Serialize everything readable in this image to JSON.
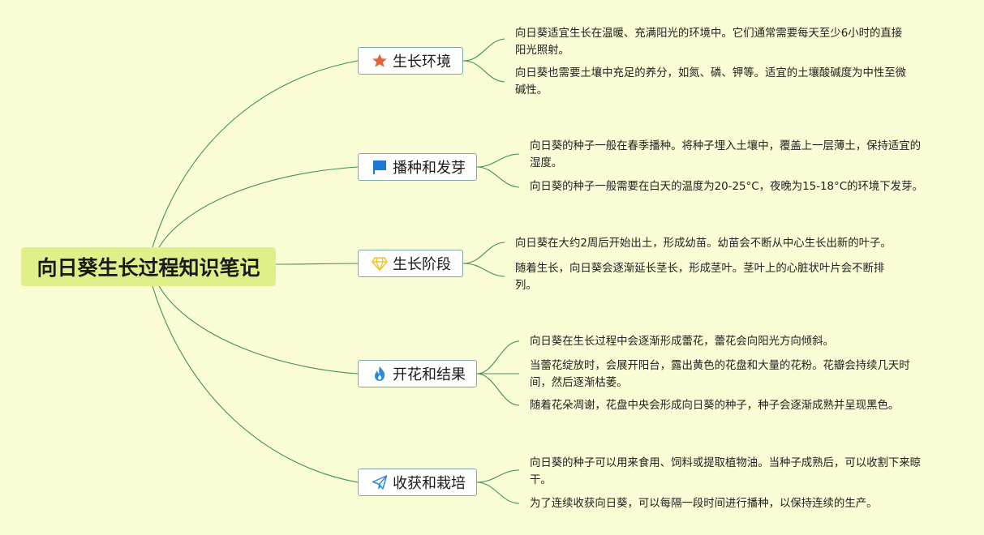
{
  "root": {
    "title": "向日葵生长过程知识笔记"
  },
  "branches": [
    {
      "label": "生长环境",
      "icon": "star-icon",
      "notes": [
        "向日葵适宜生长在温暖、充满阳光的环境中。它们通常需要每天至少6小时的直接阳光照射。",
        "向日葵也需要土壤中充足的养分，如氮、磷、钾等。适宜的土壤酸碱度为中性至微碱性。"
      ]
    },
    {
      "label": "播种和发芽",
      "icon": "flag-icon",
      "notes": [
        "向日葵的种子一般在春季播种。将种子埋入土壤中，覆盖上一层薄土，保持适宜的湿度。",
        "向日葵的种子一般需要在白天的温度为20-25°C，夜晚为15-18°C的环境下发芽。"
      ]
    },
    {
      "label": "生长阶段",
      "icon": "diamond-icon",
      "notes": [
        "向日葵在大约2周后开始出土，形成幼苗。幼苗会不断从中心生长出新的叶子。",
        "随着生长，向日葵会逐渐延长茎长，形成茎叶。茎叶上的心脏状叶片会不断排列。"
      ]
    },
    {
      "label": "开花和结果",
      "icon": "flame-icon",
      "notes": [
        "向日葵在生长过程中会逐渐形成蕾花，蕾花会向阳光方向倾斜。",
        "当蕾花绽放时，会展开阳台，露出黄色的花盘和大量的花粉。花瓣会持续几天时间，然后逐渐枯萎。",
        "随着花朵凋谢，花盘中央会形成向日葵的种子，种子会逐渐成熟并呈现黑色。"
      ]
    },
    {
      "label": "收获和栽培",
      "icon": "paper-plane-icon",
      "notes": [
        "向日葵的种子可以用来食用、饲料或提取植物油。当种子成熟后，可以收割下来晾干。",
        "为了连续收获向日葵，可以每隔一段时间进行播种，以保持连续的生产。"
      ]
    }
  ],
  "colors": {
    "background": "#f9fcd4",
    "root_fill": "#dff08a",
    "line": "#3f8f62",
    "topic_border": "#7fa9a8",
    "star": "#e2643c",
    "flag": "#1e78d6",
    "diamond": "#f2c22a",
    "flame": "#2b8ae0",
    "plane": "#2b8ae0"
  }
}
